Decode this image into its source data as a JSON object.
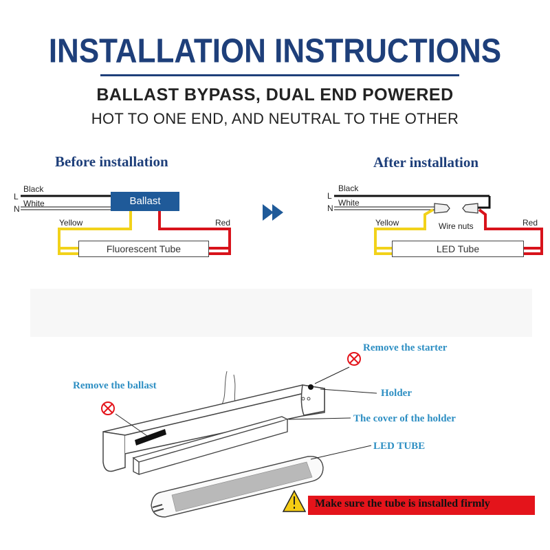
{
  "header": {
    "title": "INSTALLATION INSTRUCTIONS",
    "subtitle": "BALLAST BYPASS, DUAL END POWERED",
    "subline": "HOT TO ONE END, AND NEUTRAL TO THE OTHER"
  },
  "before": {
    "title": "Before installation",
    "black": "Black",
    "white": "White",
    "L": "L",
    "N": "N",
    "ballast": "Ballast",
    "yellow": "Yellow",
    "red": "Red",
    "tube": "Fluorescent Tube"
  },
  "after": {
    "title": "After installation",
    "black": "Black",
    "white": "White",
    "L": "L",
    "N": "N",
    "wire_nuts": "Wire nuts",
    "yellow": "Yellow",
    "red": "Red",
    "tube": "LED Tube"
  },
  "fixture": {
    "remove_starter": "Remove the starter",
    "remove_ballast": "Remove the ballast",
    "holder": "Holder",
    "cover": "The cover of the holder",
    "led_tube": "LED TUBE",
    "warning": "Make sure the tube is installed firmly"
  },
  "colors": {
    "navy": "#1e3f7a",
    "ballast_blue": "#1f5a99",
    "callout_blue": "#2e8fc3",
    "yellow_wire": "#f2d21a",
    "red_wire": "#d8131b",
    "warning_red": "#e4141b"
  },
  "icons": [
    "double-chevron-right-icon",
    "down-chevron-icon",
    "prohibited-icon",
    "warning-triangle-icon"
  ]
}
